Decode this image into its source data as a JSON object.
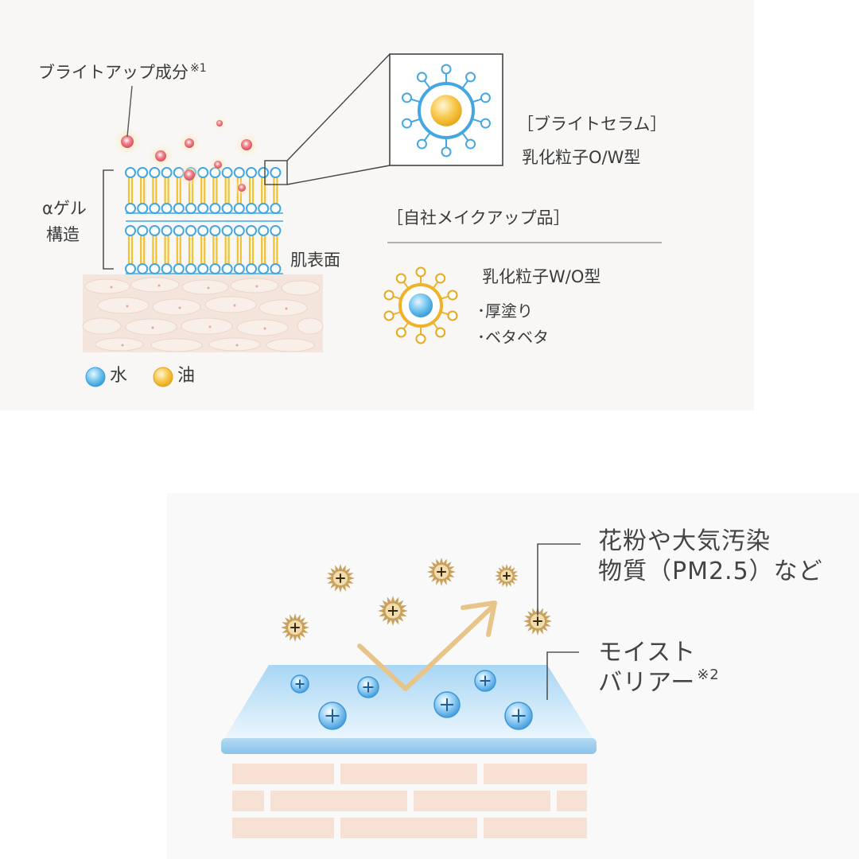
{
  "top": {
    "bright_ingredient": "ブライトアップ成分",
    "note1": "※1",
    "gel_line1": "αゲル",
    "gel_line2": "構造",
    "skin_surface": "肌表面",
    "legend_water": "水",
    "legend_oil": "油",
    "serum_title": "［ブライトセラム］",
    "serum_type": "乳化粒子O/W型",
    "makeup_title": "［自社メイクアップ品］",
    "makeup_type": "乳化粒子W/O型",
    "makeup_point1": "･厚塗り",
    "makeup_point2": "･ベタベタ",
    "colors": {
      "water": "#4ab0e6",
      "oil": "#f2b62a",
      "bright": "#e46470"
    }
  },
  "bottom": {
    "pollen_line1": "花粉や大気汚染",
    "pollen_line2": "物質（PM2.5）など",
    "barrier_line1": "モイスト",
    "barrier_line2": "バリアー",
    "note2": "※2",
    "colors": {
      "barrier": "#a9d3f1",
      "particle": "#c9a15c",
      "arrow": "#e6c07a"
    }
  }
}
